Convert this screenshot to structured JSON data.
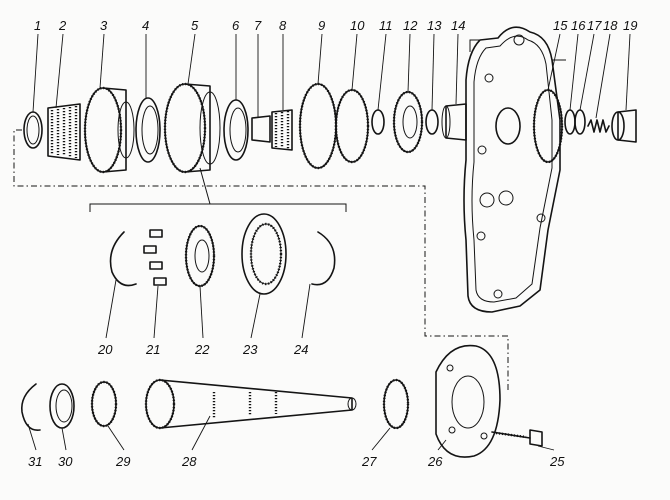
{
  "parts": [
    {
      "id": "part-1",
      "label": "1"
    },
    {
      "id": "part-2",
      "label": "2"
    },
    {
      "id": "part-3",
      "label": "3"
    },
    {
      "id": "part-4",
      "label": "4"
    },
    {
      "id": "part-5",
      "label": "5"
    },
    {
      "id": "part-6",
      "label": "6"
    },
    {
      "id": "part-7",
      "label": "7"
    },
    {
      "id": "part-8",
      "label": "8"
    },
    {
      "id": "part-9",
      "label": "9"
    },
    {
      "id": "part-10",
      "label": "10"
    },
    {
      "id": "part-11",
      "label": "11"
    },
    {
      "id": "part-12",
      "label": "12"
    },
    {
      "id": "part-13",
      "label": "13"
    },
    {
      "id": "part-14",
      "label": "14"
    },
    {
      "id": "part-15",
      "label": "15"
    },
    {
      "id": "part-16",
      "label": "16"
    },
    {
      "id": "part-17",
      "label": "17"
    },
    {
      "id": "part-18",
      "label": "18"
    },
    {
      "id": "part-19",
      "label": "19"
    },
    {
      "id": "part-20",
      "label": "20"
    },
    {
      "id": "part-21",
      "label": "21"
    },
    {
      "id": "part-22",
      "label": "22"
    },
    {
      "id": "part-23",
      "label": "23"
    },
    {
      "id": "part-24",
      "label": "24"
    },
    {
      "id": "part-25",
      "label": "25"
    },
    {
      "id": "part-26",
      "label": "26"
    },
    {
      "id": "part-27",
      "label": "27"
    },
    {
      "id": "part-28",
      "label": "28"
    },
    {
      "id": "part-29",
      "label": "29"
    },
    {
      "id": "part-30",
      "label": "30"
    },
    {
      "id": "part-31",
      "label": "31"
    }
  ]
}
